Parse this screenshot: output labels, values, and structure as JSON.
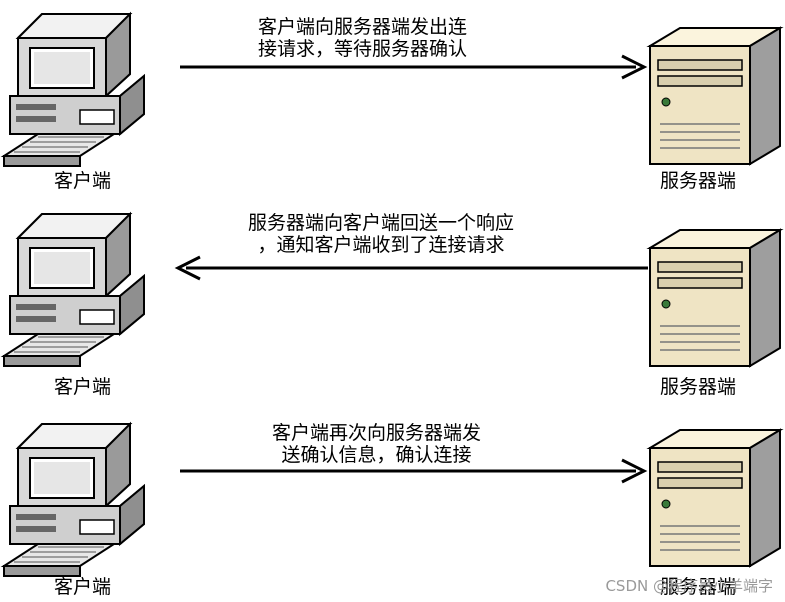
{
  "steps": [
    {
      "client_label": "客户端",
      "server_label": "服务器端",
      "direction": "to-server",
      "message_lines": [
        "客户端向服务器端发出连",
        "接请求，等待服务器确认"
      ]
    },
    {
      "client_label": "客户端",
      "server_label": "服务器端",
      "direction": "to-client",
      "message_lines": [
        "服务器端向客户端回送一个响应",
        "，通知客户端收到了连接请求"
      ]
    },
    {
      "client_label": "客户端",
      "server_label": "服务器端",
      "direction": "to-server",
      "message_lines": [
        "客户端再次向服务器端发",
        "送确认信息，确认连接"
      ]
    }
  ],
  "watermark": "CSDN @程序员小羊端字"
}
